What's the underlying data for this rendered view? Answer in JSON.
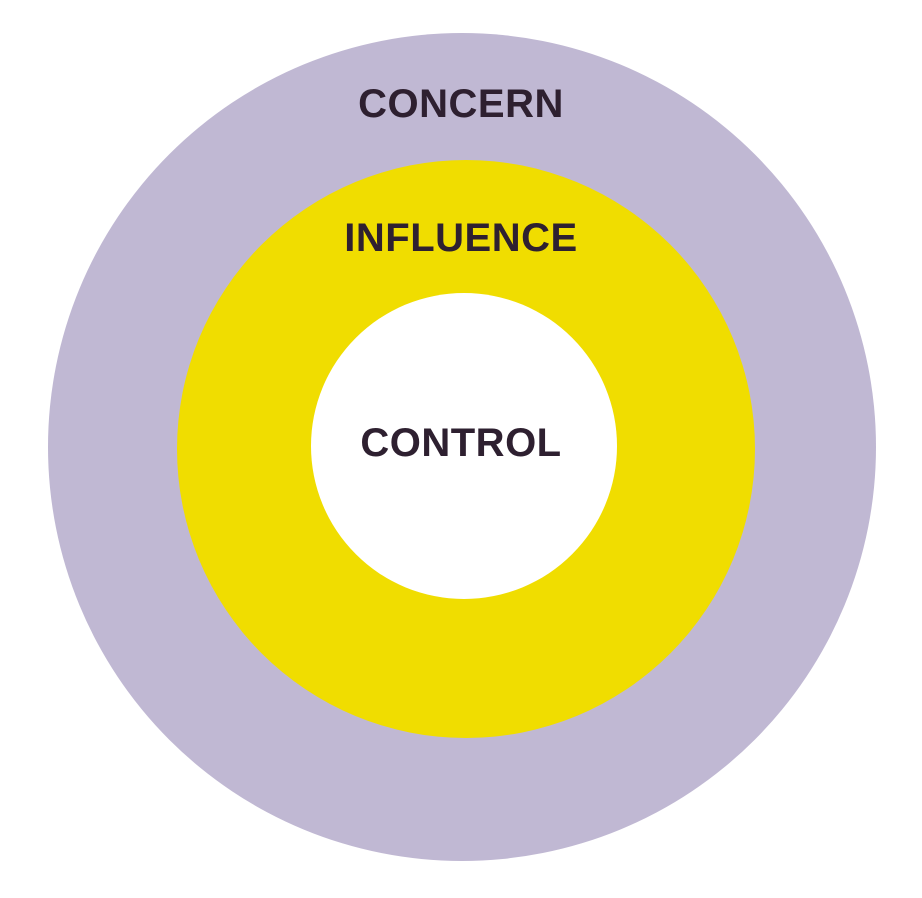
{
  "diagram": {
    "rings": {
      "concern": {
        "label": "CONCERN",
        "color": "#c0b8d3"
      },
      "influence": {
        "label": "INFLUENCE",
        "color": "#f0dd00"
      },
      "control": {
        "label": "CONTROL",
        "color": "#ffffff"
      }
    },
    "label_color": "#2e2030"
  }
}
